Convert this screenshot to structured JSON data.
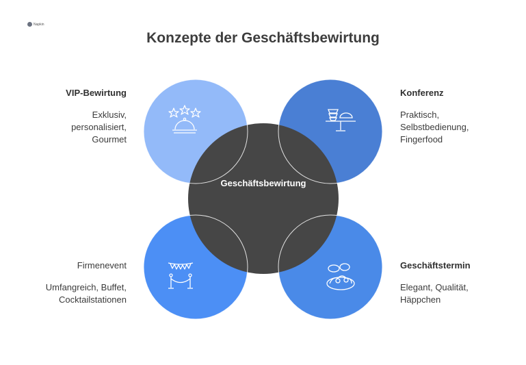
{
  "logo": {
    "text": "Napkin"
  },
  "title": "Konzepte der Geschäftsbewirtung",
  "center": {
    "label": "Geschäftsbewirtung"
  },
  "quadrants": {
    "top_left": {
      "heading": "VIP-Bewirtung",
      "lines": [
        "Exklusiv,",
        "personalisiert,",
        "Gourmet"
      ],
      "color": "#93baf9",
      "icon": "stars-cloche-icon"
    },
    "top_right": {
      "heading": "Konferenz",
      "lines": [
        "Praktisch,",
        "Selbstbedienung,",
        "Fingerfood"
      ],
      "color": "#4a7fd4",
      "icon": "buffet-stand-icon"
    },
    "bottom_left": {
      "heading": "Firmenevent",
      "lines": [
        "Umfangreich, Buffet,",
        "Cocktailstationen"
      ],
      "color": "#4c8ff5",
      "icon": "bunting-rope-icon"
    },
    "bottom_right": {
      "heading": "Geschäftstermin",
      "lines": [
        "Elegant, Qualität,",
        "Häppchen"
      ],
      "color": "#4a8ae8",
      "icon": "appetizer-plate-icon"
    }
  },
  "center_color": "#464646"
}
